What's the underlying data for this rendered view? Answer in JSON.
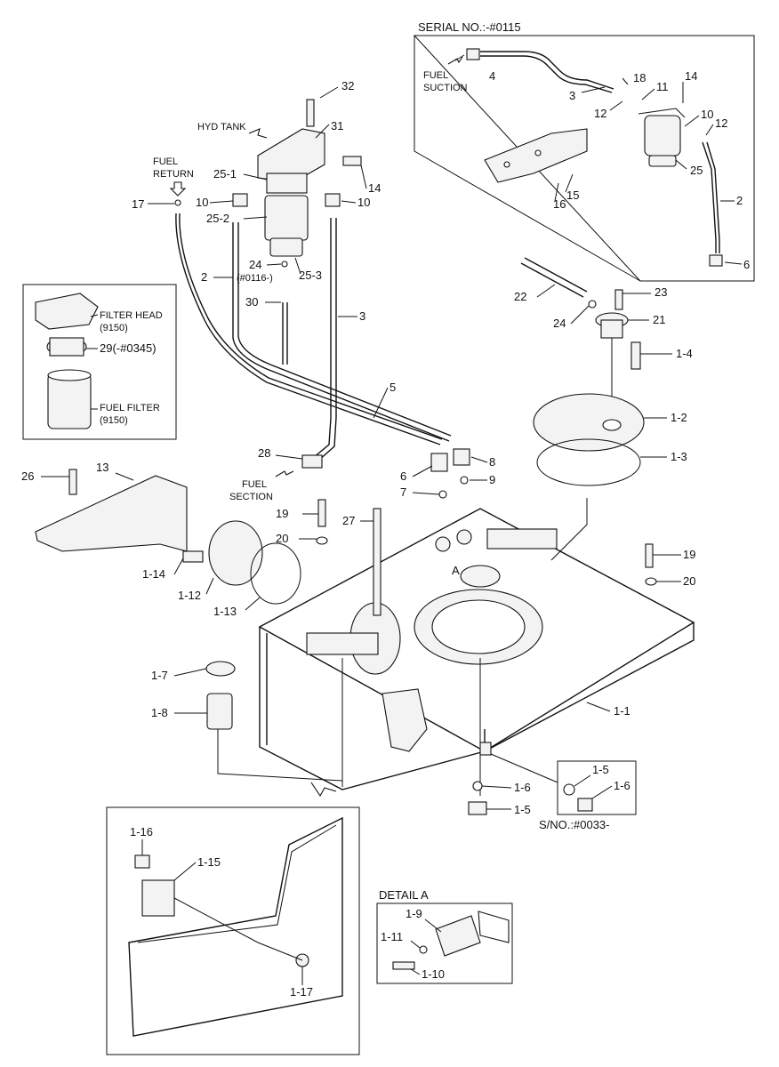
{
  "diagram": {
    "inset_serial": {
      "title": "SERIAL NO.:-#0115",
      "fuel_suction": "FUEL\nSUCTION"
    },
    "filter_box": {
      "filter_head": "FILTER HEAD",
      "filter_head_code": "(9150)",
      "part_29": "29(-#0345)",
      "fuel_filter": "FUEL FILTER",
      "fuel_filter_code": "(9150)"
    },
    "captions": {
      "hyd_tank": "HYD TANK",
      "fuel_return_1": "FUEL",
      "fuel_return_2": "RETURN",
      "fuel_section_1": "FUEL",
      "fuel_section_2": "SECTION",
      "inset_fuel_1": "FUEL",
      "inset_fuel_2": "SUCTION",
      "p24_note": "(#0116-)",
      "sno_note": "S/NO.:#0033-",
      "detail_a": "DETAIL A",
      "marker_a": "A"
    },
    "labels": {
      "p32": "32",
      "p31": "31",
      "p25_1": "25-1",
      "p25_2": "25-2",
      "p25_3": "25-3",
      "p10a": "10",
      "p10b": "10",
      "p14": "14",
      "p17": "17",
      "p24a": "24",
      "p2": "2",
      "p30": "30",
      "p3": "3",
      "p5": "5",
      "p28": "28",
      "p6": "6",
      "p8": "8",
      "p7": "7",
      "p9": "9",
      "p26": "26",
      "p13": "13",
      "p19a": "19",
      "p27": "27",
      "p20a": "20",
      "p1_14": "1-14",
      "p1_12": "1-12",
      "p1_13": "1-13",
      "p1_7": "1-7",
      "p1_8": "1-8",
      "p19b": "19",
      "p20b": "20",
      "p1_1": "1-1",
      "p1_6a": "1-6",
      "p1_5a": "1-5",
      "p1_5b": "1-5",
      "p1_6b": "1-6",
      "p22": "22",
      "p23": "23",
      "p24b": "24",
      "p21": "21",
      "p1_4": "1-4",
      "p1_2": "1-2",
      "p1_3": "1-3",
      "i4": "4",
      "i3": "3",
      "i18": "18",
      "i12a": "12",
      "i11": "11",
      "i14": "14",
      "i10": "10",
      "i12b": "12",
      "i25": "25",
      "i15": "15",
      "i16": "16",
      "i2": "2",
      "i6": "6",
      "d1_16": "1-16",
      "d1_15": "1-15",
      "d1_17": "1-17",
      "a1_9": "1-9",
      "a1_11": "1-11",
      "a1_10": "1-10"
    }
  }
}
